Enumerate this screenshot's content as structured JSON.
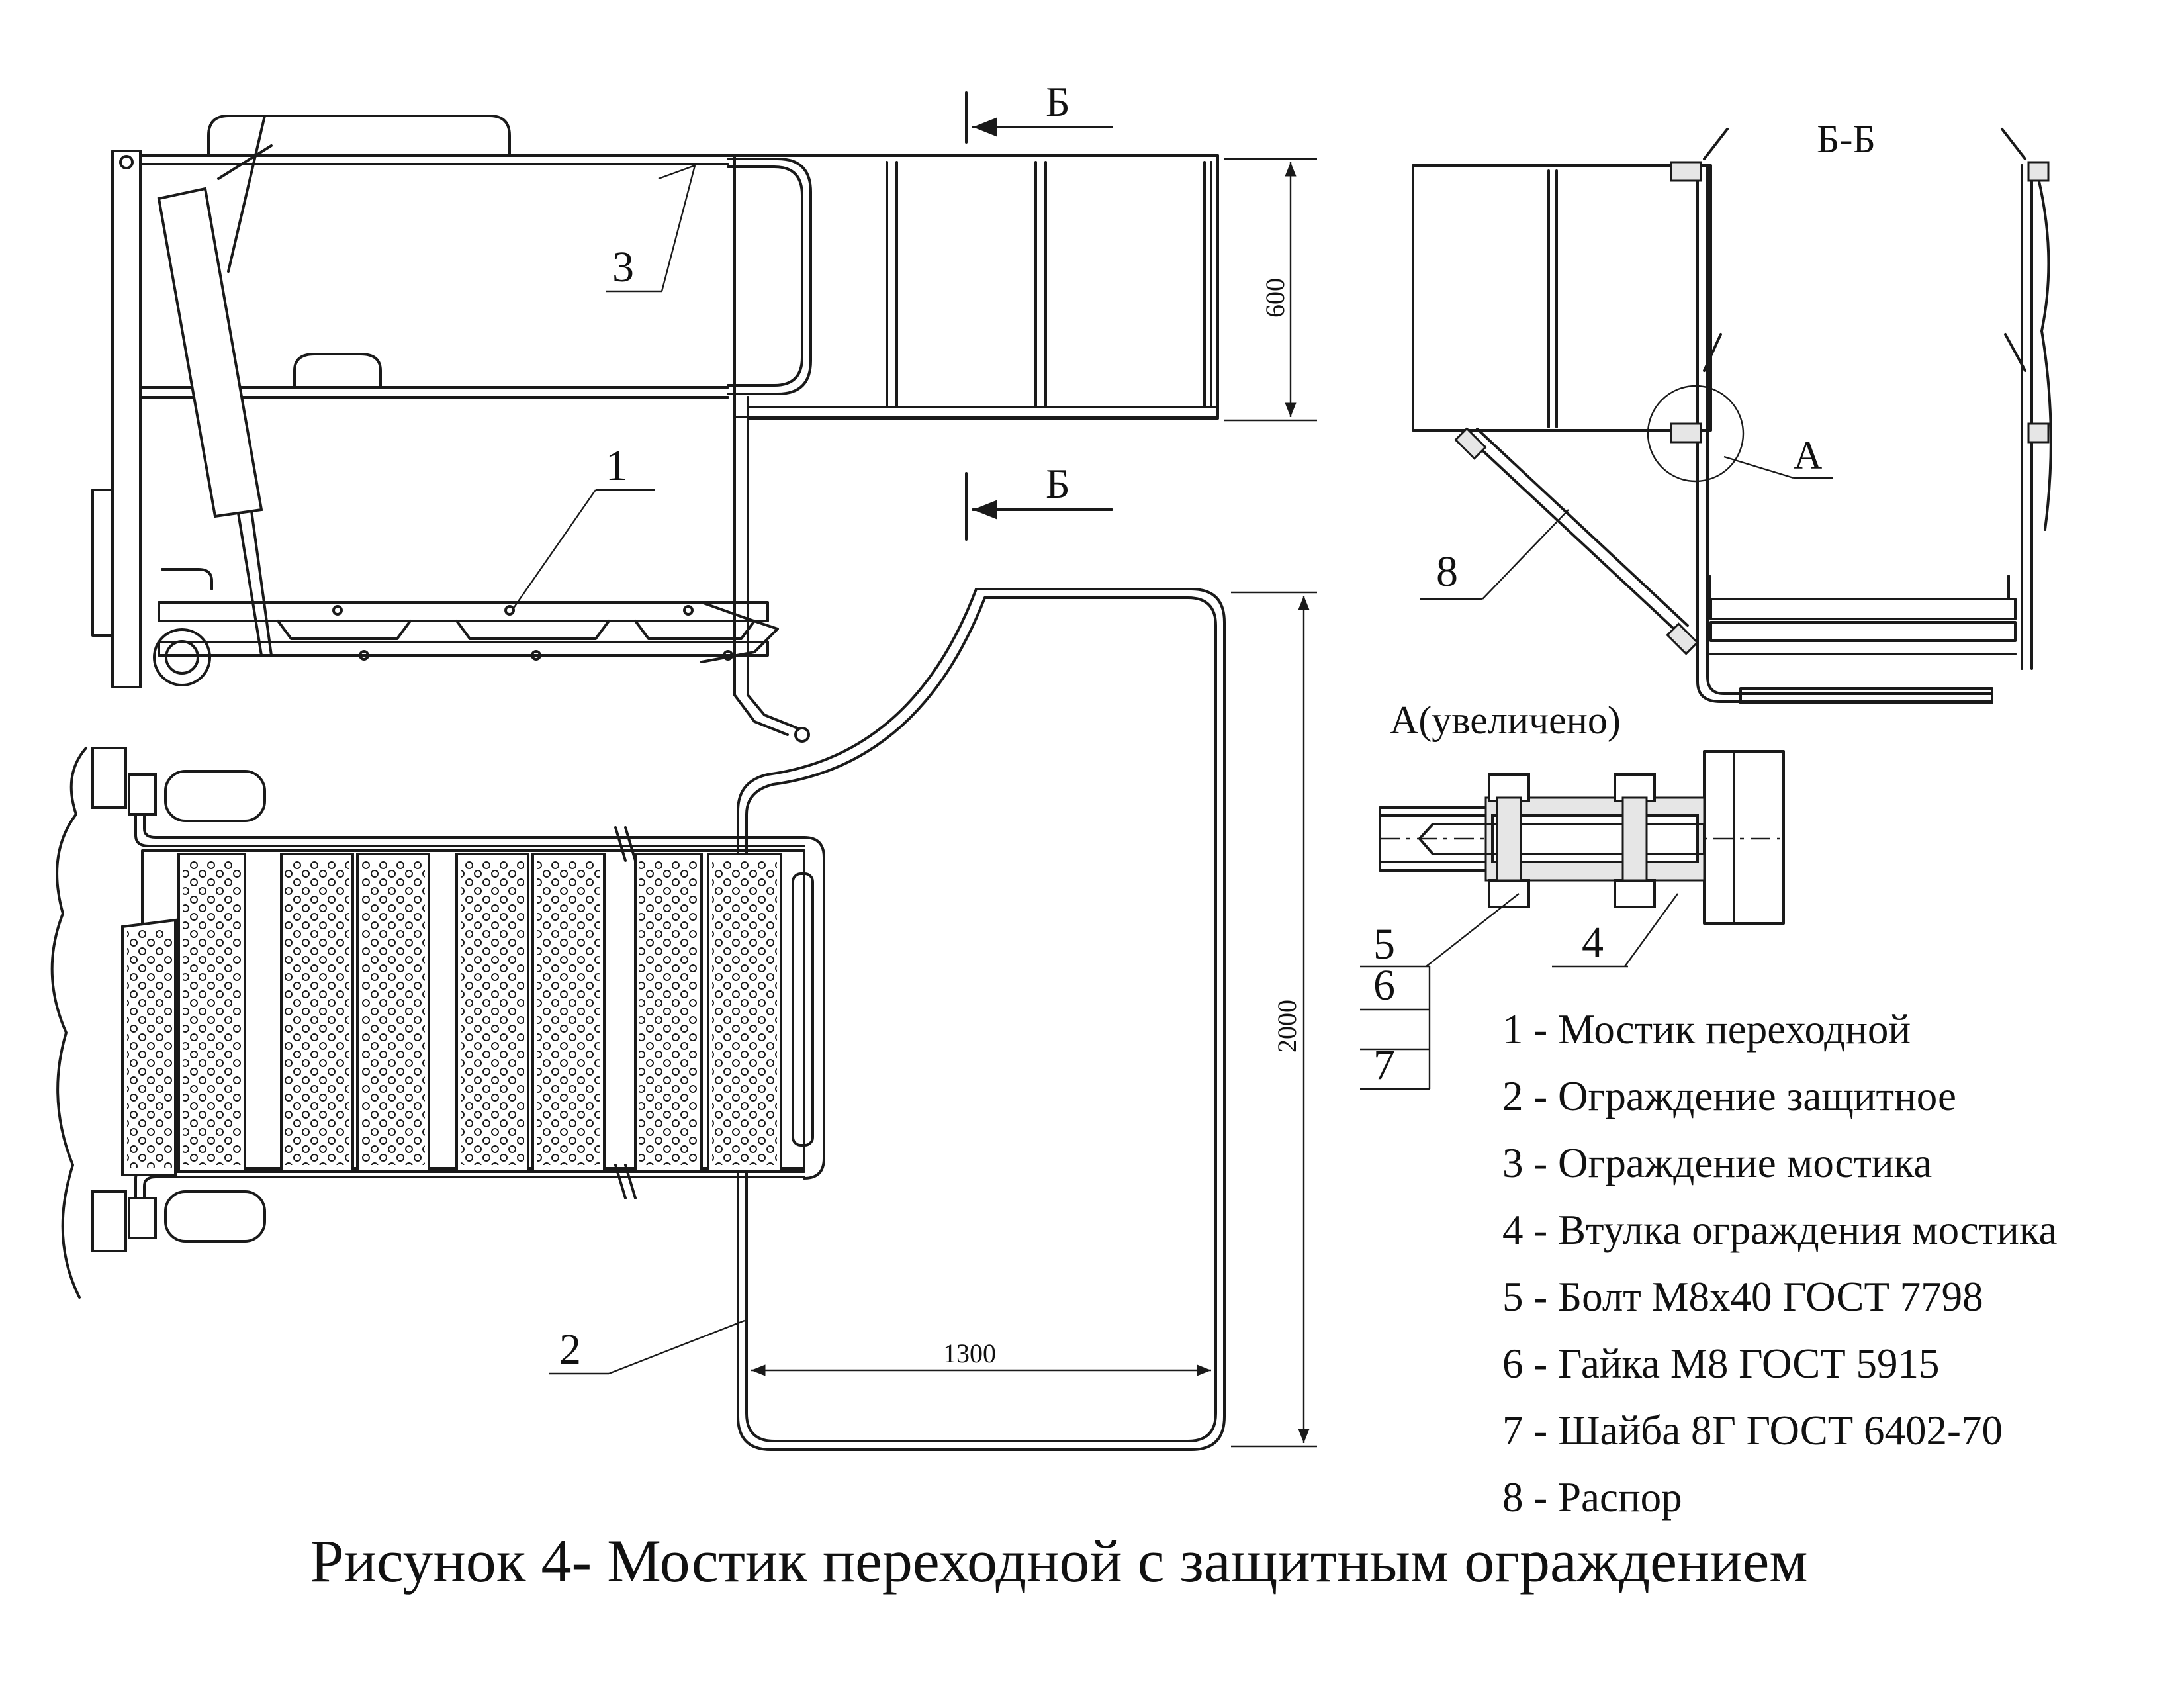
{
  "section_marker": "Б",
  "section_title": "Б-Б",
  "detail_marker": "А",
  "detail_title": "А(увеличено)",
  "callouts": {
    "c1": "1",
    "c2": "2",
    "c3": "3",
    "c4": "4",
    "c5": "5",
    "c6": "6",
    "c7": "7",
    "c8": "8"
  },
  "dimensions": {
    "d600": "600",
    "d2000": "2000",
    "d1300": "1300"
  },
  "legend": [
    "1 - Мостик переходной",
    "2 - Ограждение защитное",
    "3 - Ограждение мостика",
    "4 - Втулка ограждения мостика",
    "5 - Болт М8х40 ГОСТ 7798",
    "6 - Гайка М8 ГОСТ 5915",
    "7 - Шайба 8Г ГОСТ 6402-70",
    "8 - Распор"
  ],
  "caption": "Рисунок 4- Мостик переходной с защитным ограждением"
}
